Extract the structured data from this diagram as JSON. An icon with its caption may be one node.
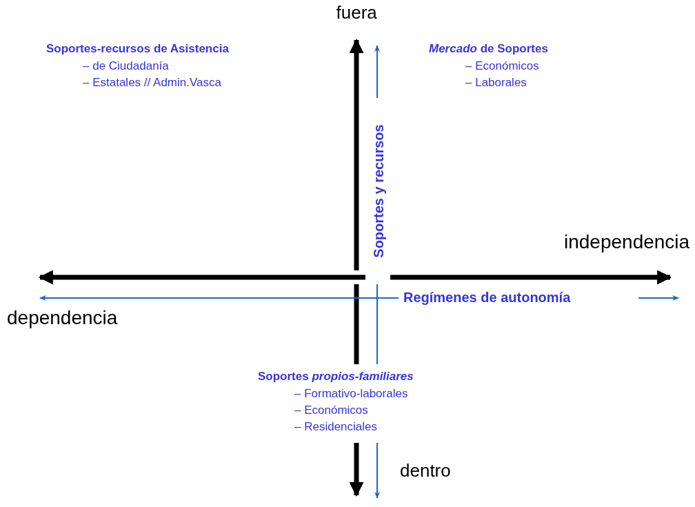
{
  "diagram": {
    "labels": [
      "fuera",
      "Soportes-recursos de Asistencia",
      "– de Ciudadanía",
      "– Estatales // Admin.Vasca",
      "*Mercado* de Soportes",
      "– Económicos",
      "– Laborales",
      "Soportes y recursos",
      "independencia",
      "Regímenes de autonomía",
      "dependencia",
      "Soportes *propios-familiares*",
      "– Formativo-laborales",
      "– Económicos",
      "– Residenciales",
      "dentro"
    ]
  }
}
